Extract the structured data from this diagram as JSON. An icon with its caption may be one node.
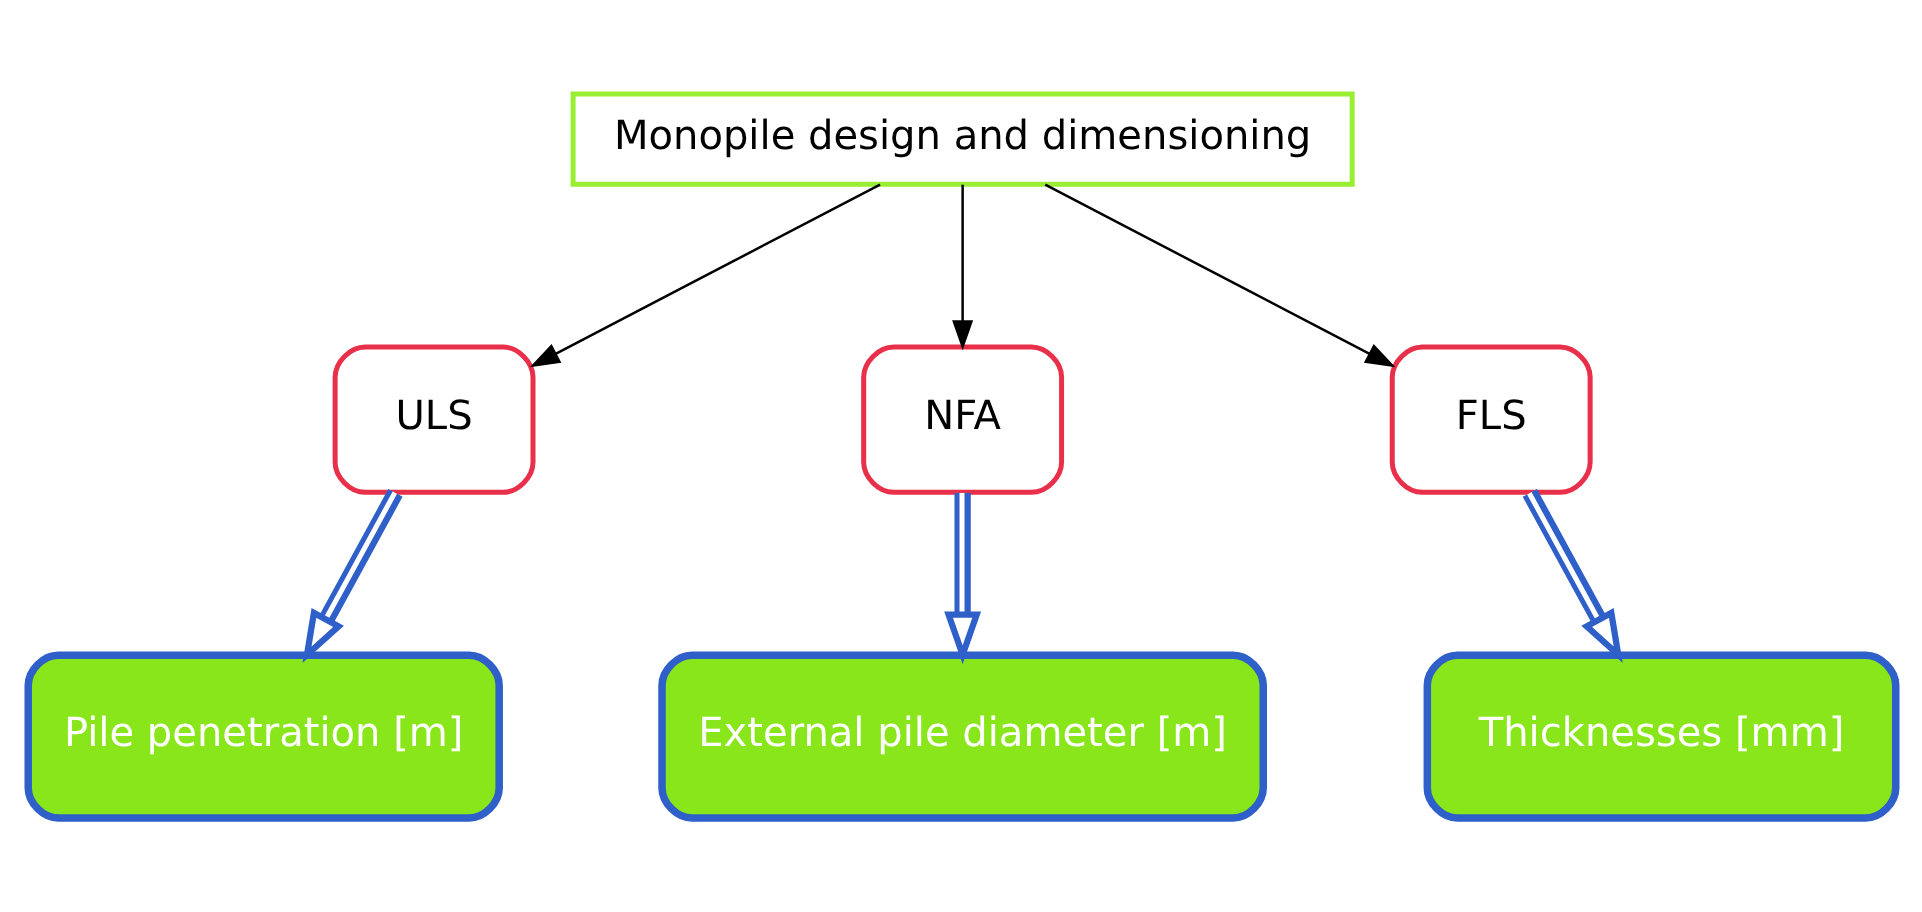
{
  "diagram": {
    "nodes": [
      {
        "text": [
          "Monopile design and dimensioning"
        ]
      },
      {
        "text": [
          "ULS"
        ]
      },
      {
        "text": [
          "NFA"
        ]
      },
      {
        "text": [
          "FLS"
        ]
      },
      {
        "text": [
          "Pile penetration [m]"
        ]
      },
      {
        "text": [
          "External pile diameter [m]"
        ]
      },
      {
        "text": [
          "Thicknesses [mm]"
        ]
      }
    ],
    "edges": [
      {
        "from": 0,
        "to": 1,
        "arrow": "to"
      },
      {
        "from": 0,
        "to": 2,
        "arrow": "to"
      },
      {
        "from": 0,
        "to": 3,
        "arrow": "to"
      },
      {
        "from": 1,
        "to": 4,
        "arrow": "to",
        "style": "thick",
        "color": "#2f5fc8"
      },
      {
        "from": 2,
        "to": 5,
        "arrow": "to",
        "style": "thick",
        "color": "#2f5fc8"
      },
      {
        "from": 3,
        "to": 6,
        "arrow": "to",
        "style": "thick",
        "color": "#2f5fc8"
      }
    ]
  }
}
